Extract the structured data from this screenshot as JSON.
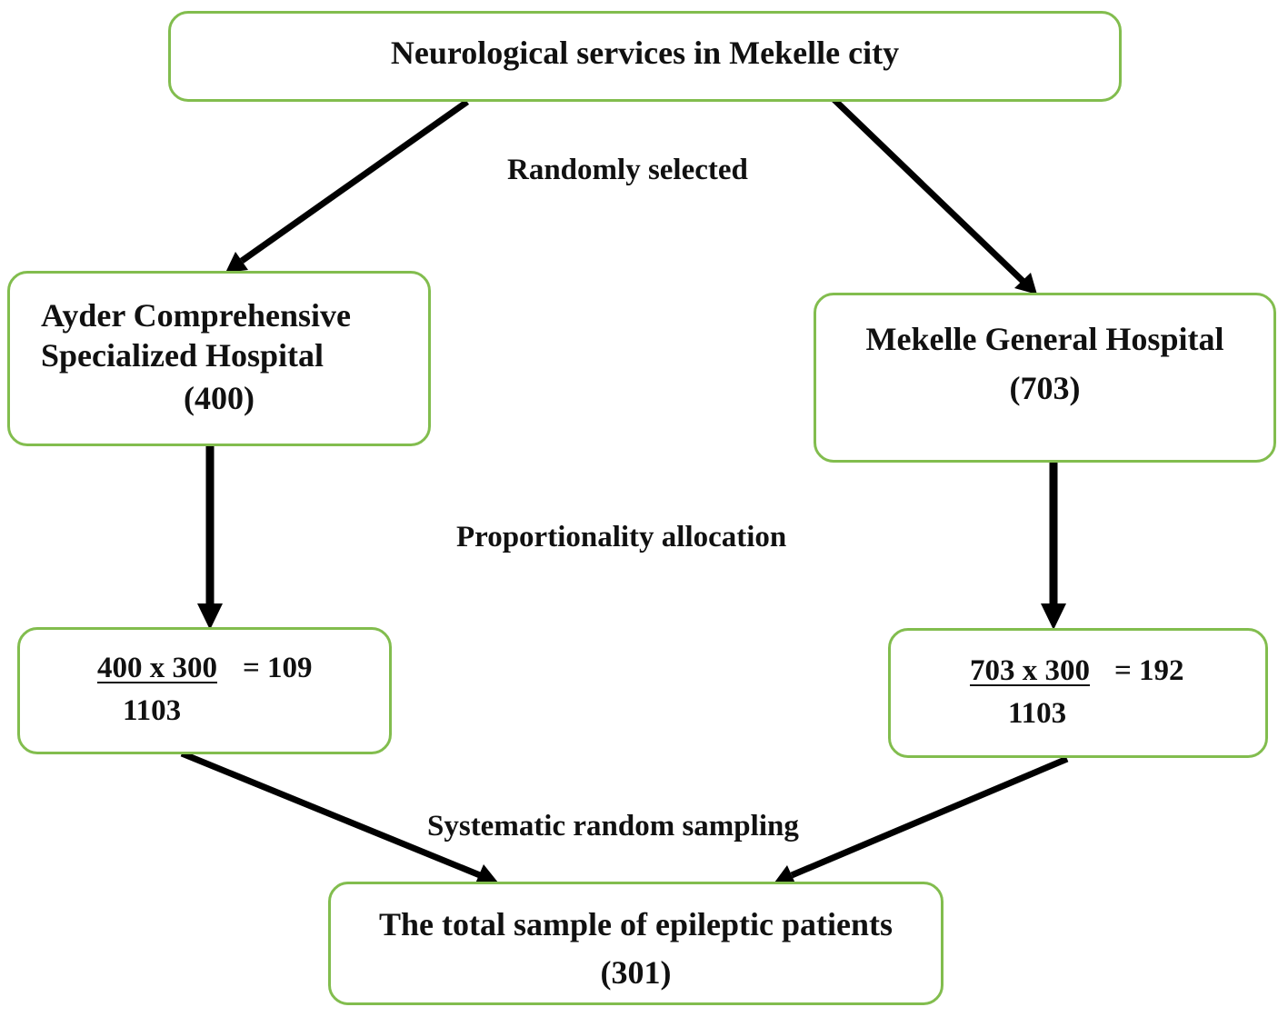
{
  "top": {
    "title": "Neurological services in Mekelle city"
  },
  "edge_labels": {
    "random": "Randomly selected",
    "proportional": "Proportionality allocation",
    "systematic": "Systematic random sampling"
  },
  "left_hospital": {
    "line1": "Ayder Comprehensive",
    "line2": "Specialized Hospital",
    "count": "(400)"
  },
  "right_hospital": {
    "line1": "Mekelle General Hospital",
    "count": "(703)"
  },
  "left_calc": {
    "numerator": "400 x 300",
    "result": "= 109",
    "denominator": "1103"
  },
  "right_calc": {
    "numerator": "703 x 300",
    "result": "= 192",
    "denominator": "1103"
  },
  "bottom": {
    "line1": "The total sample of epileptic patients",
    "count": "(301)"
  }
}
